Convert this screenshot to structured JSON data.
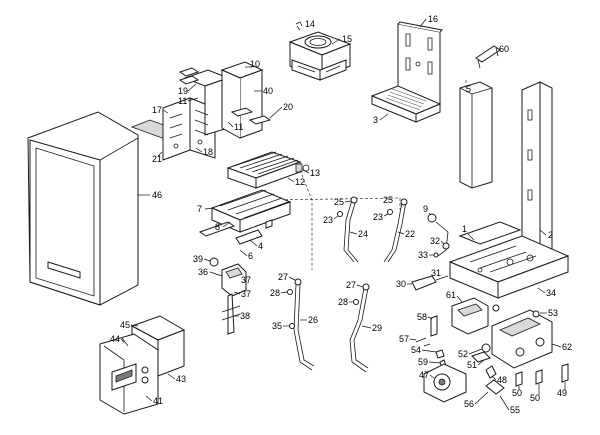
{
  "callouts": {
    "c1": "1",
    "c2": "2",
    "c3": "3",
    "c4": "4",
    "c5": "5",
    "c6": "6",
    "c7": "7",
    "c8": "8",
    "c9": "9",
    "c10": "10",
    "c11a": "11",
    "c11b": "11",
    "c12": "12",
    "c13": "13",
    "c14": "14",
    "c15": "15",
    "c16": "16",
    "c17": "17",
    "c18": "18",
    "c19": "19",
    "c20": "20",
    "c21": "21",
    "c22": "22",
    "c23a": "23",
    "c23b": "23",
    "c24": "24",
    "c25a": "25",
    "c25b": "25",
    "c26": "26",
    "c27a": "27",
    "c27b": "27",
    "c28a": "28",
    "c28b": "28",
    "c29": "29",
    "c31": "31",
    "c32": "32",
    "c33": "33",
    "c30": "30",
    "c34": "34",
    "c35": "35",
    "c36": "36",
    "c37": "37",
    "c38": "38",
    "c39": "39",
    "c40": "40",
    "c41": "41",
    "c43": "43",
    "c44": "44",
    "c45": "45",
    "c46": "46",
    "c47": "47",
    "c48": "48",
    "c49": "49",
    "c50a": "50",
    "c50b": "50",
    "c51": "51",
    "c52": "52",
    "c53": "53",
    "c54": "54",
    "c55": "55",
    "c56": "56",
    "c57": "57",
    "c58": "58",
    "c59": "59",
    "c60": "60",
    "c61": "61",
    "c62": "62"
  }
}
